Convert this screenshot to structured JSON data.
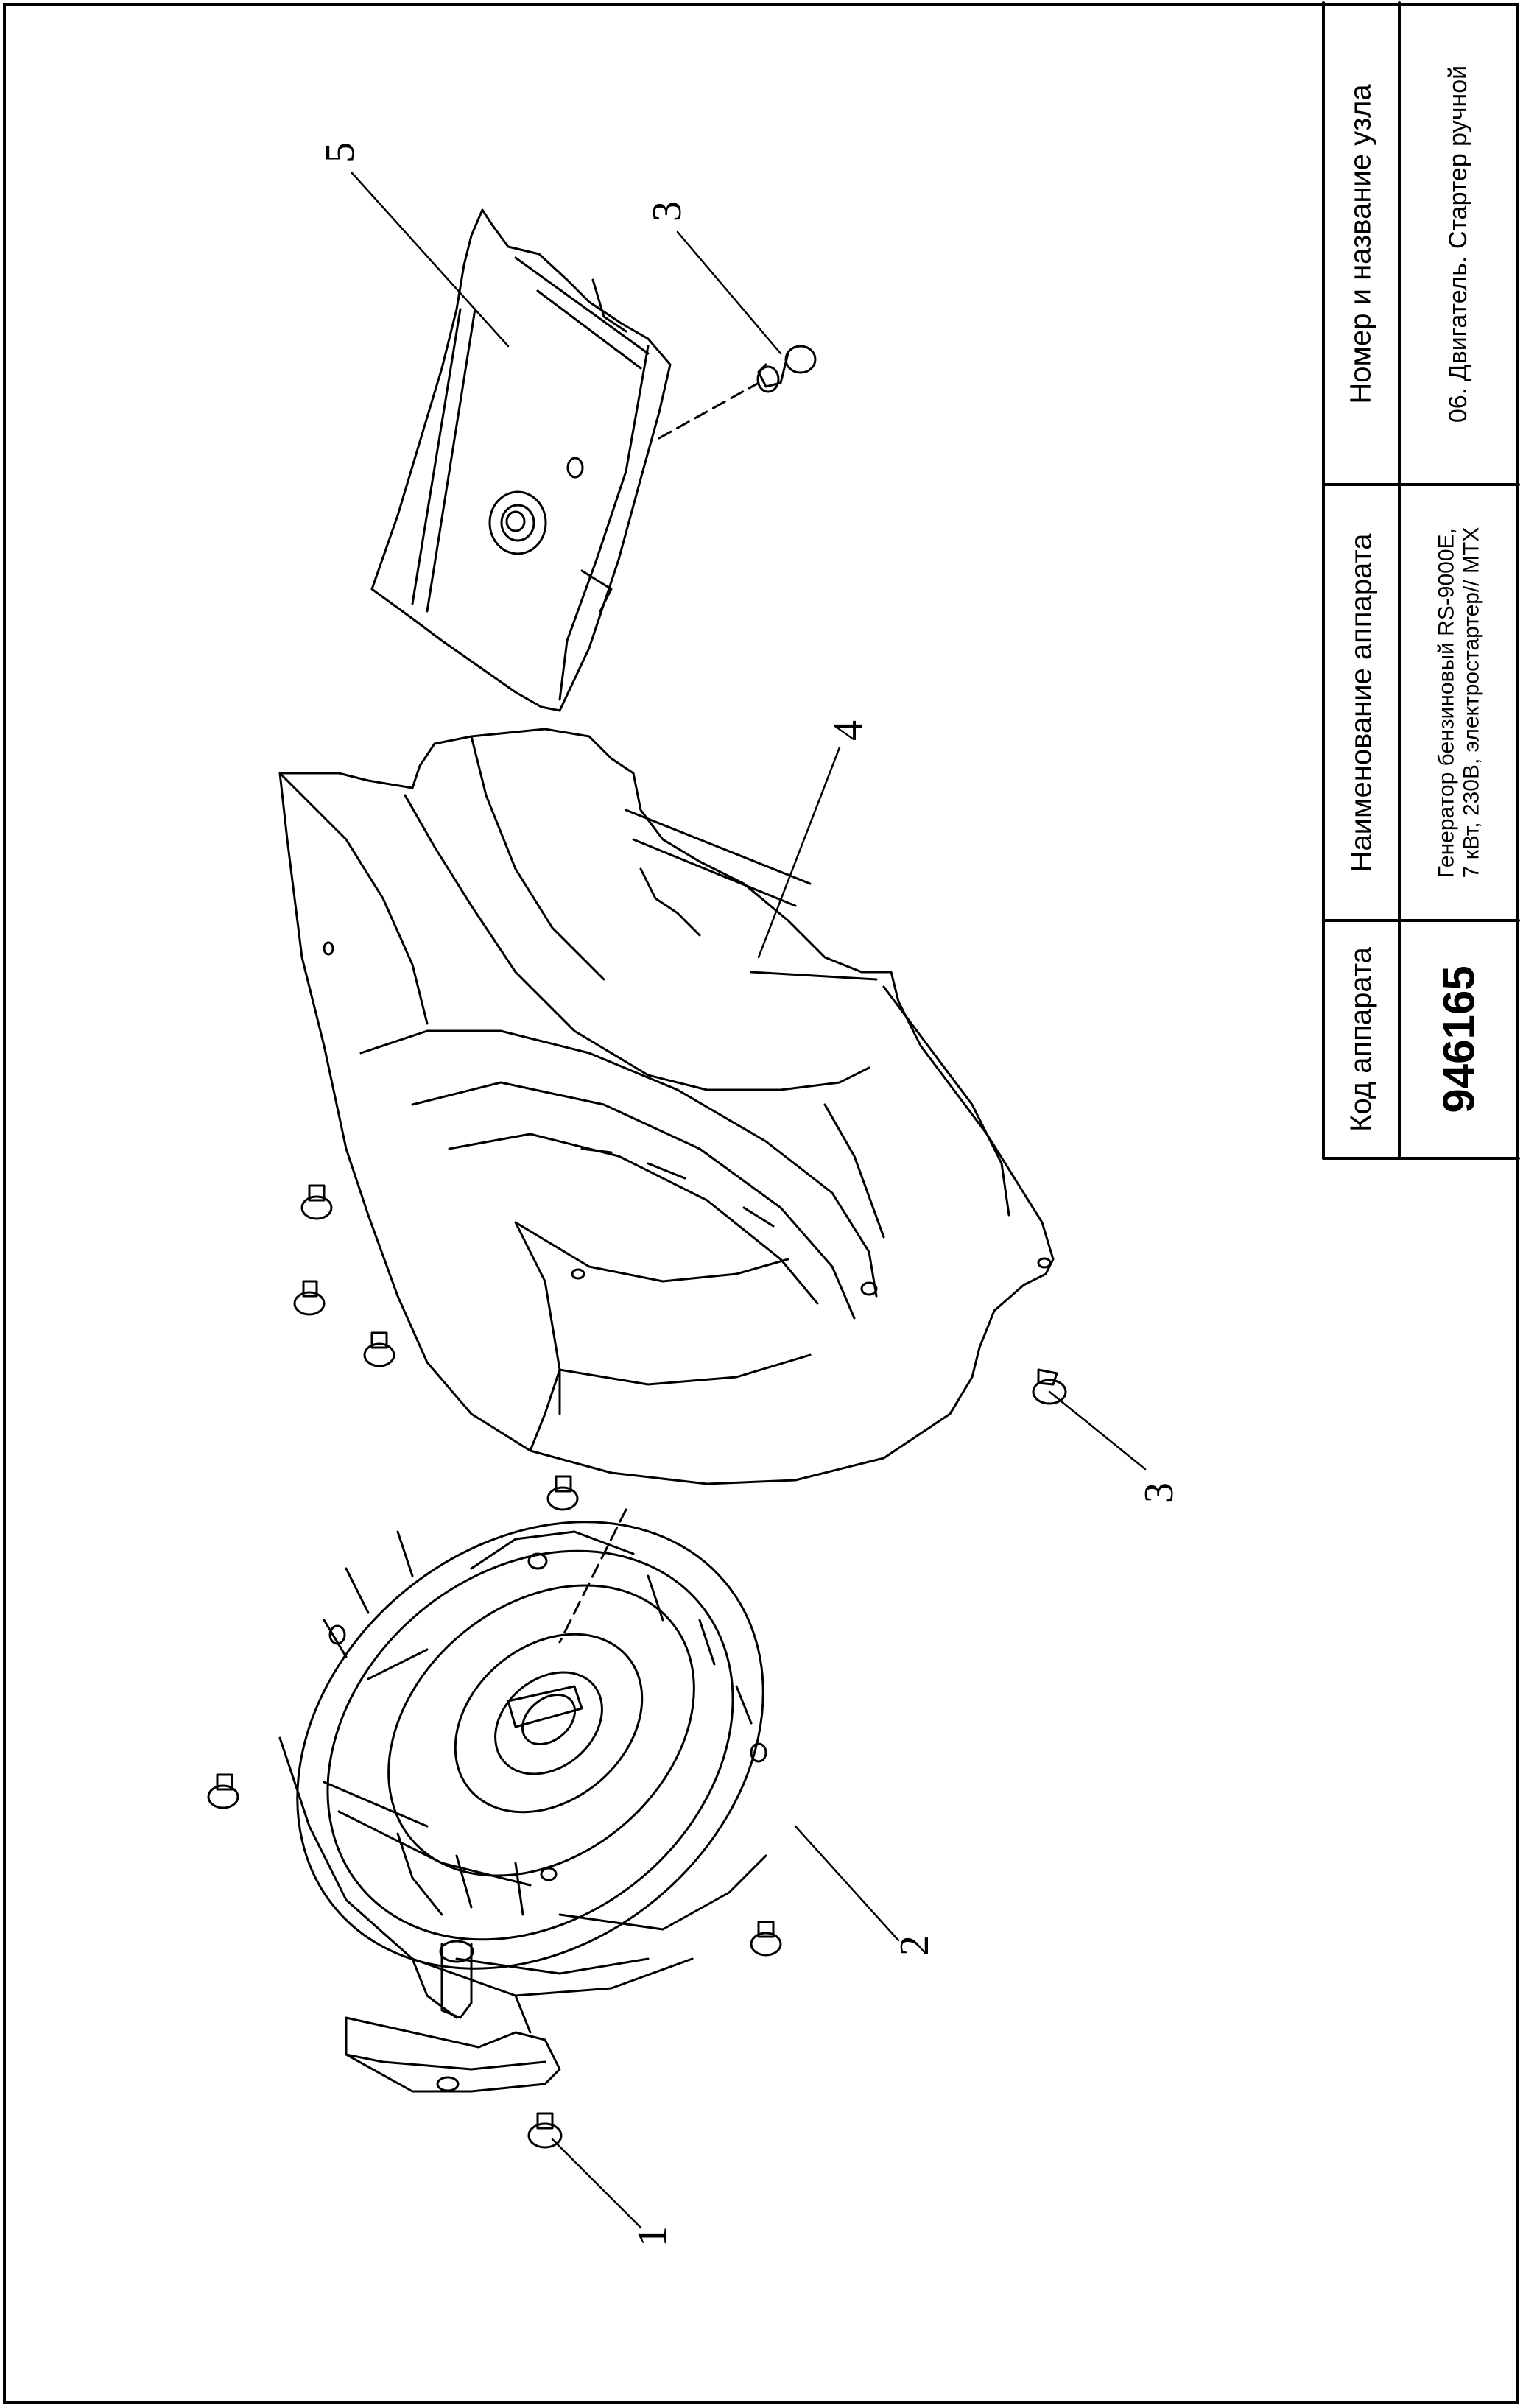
{
  "title_block": {
    "headers": {
      "code": "Код аппарата",
      "apparatus_name": "Наименование аппарата",
      "unit": "Номер и название узла"
    },
    "values": {
      "code": "946165",
      "apparatus_name_line1": "Генератор бензиновый RS-9000E,",
      "apparatus_name_line2": "7 кВт, 230В, электростартер// MTX",
      "unit": "06. Двигатель. Стартер ручной"
    }
  },
  "callouts": [
    "1",
    "2",
    "3",
    "3",
    "4",
    "5"
  ]
}
